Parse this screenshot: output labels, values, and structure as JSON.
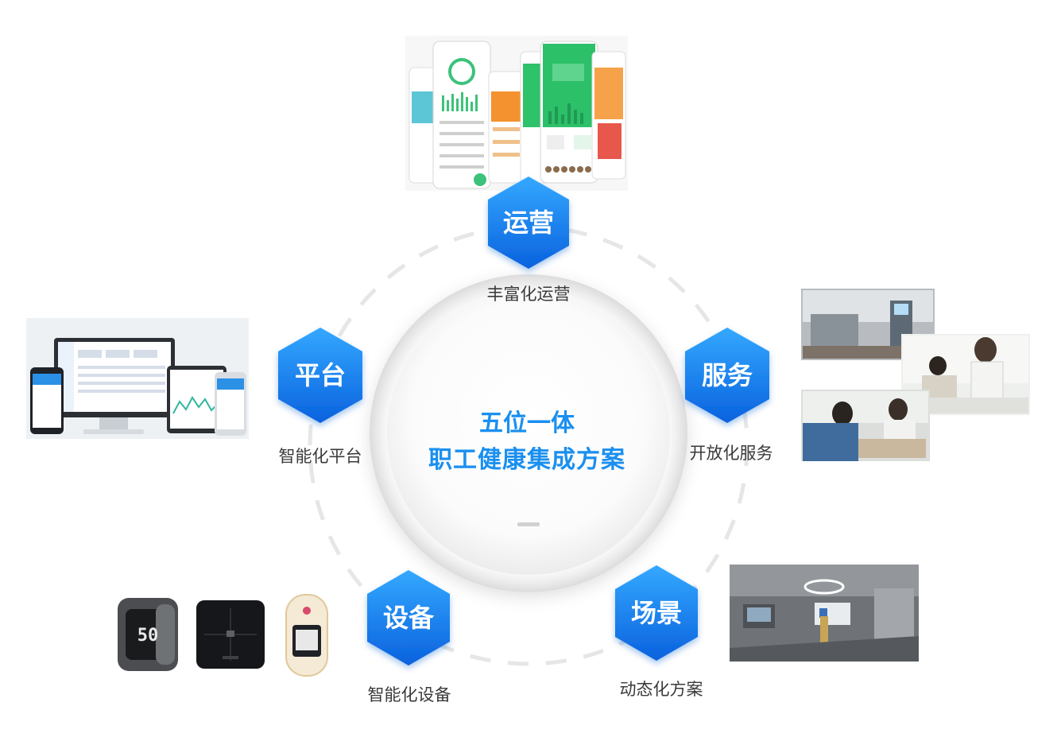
{
  "center": {
    "line1": "五位一体",
    "line2": "职工健康集成方案"
  },
  "nodes": [
    {
      "id": "operation",
      "hex_label": "运营",
      "sub_label": "丰富化运营",
      "icon": "phones-screenshot-image"
    },
    {
      "id": "service",
      "hex_label": "服务",
      "sub_label": "开放化服务",
      "icon": "health-service-photos"
    },
    {
      "id": "scene",
      "hex_label": "场景",
      "sub_label": "动态化方案",
      "icon": "exhibition-scene-image"
    },
    {
      "id": "device",
      "hex_label": "设备",
      "sub_label": "智能化设备",
      "icon": "smart-devices-image"
    },
    {
      "id": "platform",
      "hex_label": "平台",
      "sub_label": "智能化平台",
      "icon": "multi-device-platform-image"
    }
  ],
  "device_images": {
    "watch_display": "50"
  },
  "colors": {
    "hex_top": "#2fa4ff",
    "hex_bottom": "#0a66e0",
    "center_text": "#1a8ff0",
    "sub_text": "#3a3a3a",
    "dashed_ring": "#e3e3e3"
  }
}
